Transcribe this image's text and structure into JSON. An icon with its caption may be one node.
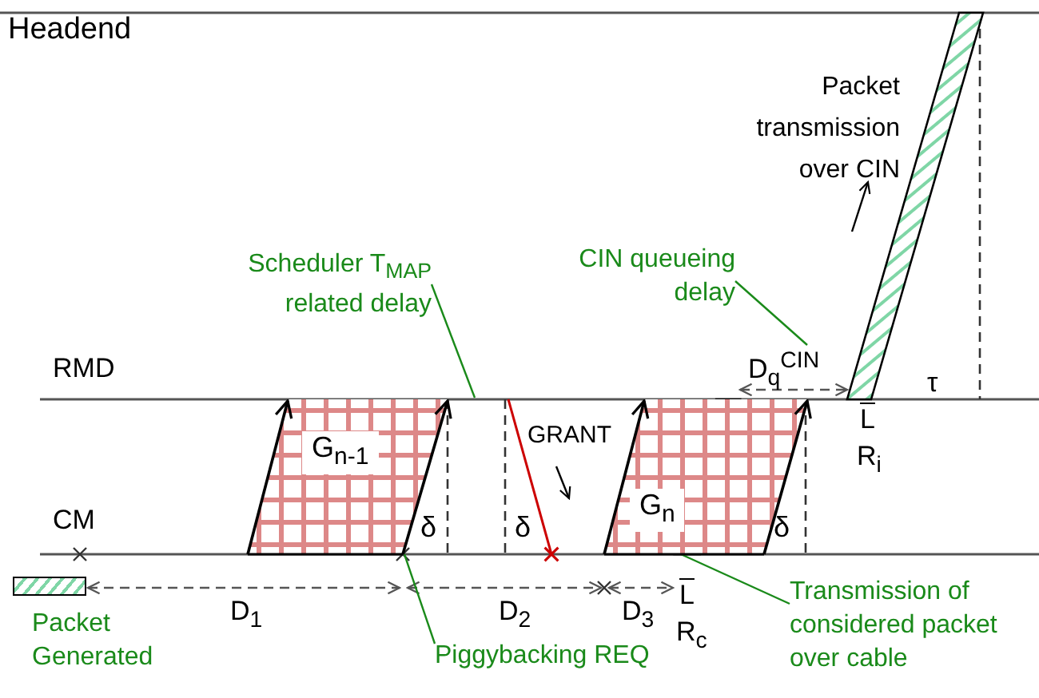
{
  "diagram": {
    "nodes": [
      {
        "text": [
          "Scheduler T$_{MAP}$ related delay"
        ]
      },
      {
        "text": [
          "CIN queueing delay"
        ]
      },
      {
        "text": [
          "G$_{n-1}$"
        ]
      },
      {
        "text": [
          "G$_{n}$"
        ]
      },
      {
        "text": [
          "Packet Generated"
        ]
      },
      {
        "text": [
          "Piggybacking REQ"
        ]
      },
      {
        "text": [
          "Transmission of considered packet over cable"
        ]
      },
      {
        "text": [
          "D$_{q}$$^{CIN}$"
        ]
      }
    ],
    "edges": [
      {
        "from": 0,
        "to": null,
        "arrow": "none"
      },
      {
        "from": 1,
        "to": 7,
        "arrow": "none"
      },
      {
        "from": 5,
        "to": 2,
        "arrow": "none"
      },
      {
        "from": 6,
        "to": 3,
        "arrow": "none"
      }
    ],
    "labels": [
      "Headend",
      "Packet transmission over CIN",
      "RMD",
      "τ",
      "L",
      "R$_{i}$",
      "GRANT",
      "CM",
      "δ",
      "δ",
      "δ",
      "D$_{1}$",
      "D$_{2}$",
      "D$_{3}$",
      "L",
      "R$_{c}$"
    ]
  }
}
